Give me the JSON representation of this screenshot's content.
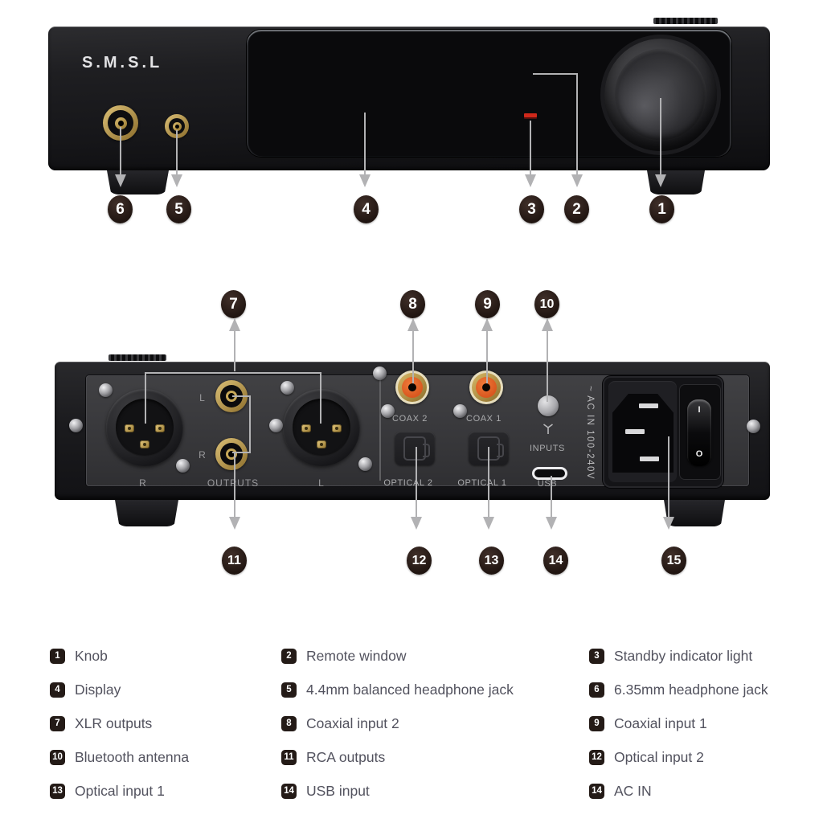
{
  "colors": {
    "coax_orange": "#d9571f",
    "connector_gold": "#c7a858",
    "indicator_red": "#d0281a",
    "badge_background": "#241b17",
    "callout_line_gray": "#b2b2b4",
    "legend_text": "#52525e"
  },
  "front_panel": {
    "logo": "S.M.S.L",
    "callouts": {
      "knob": "1",
      "remote_window": "2",
      "standby_indicator": "3",
      "display": "4",
      "jack_4_4mm": "5",
      "jack_6_35mm": "6"
    }
  },
  "rear_panel": {
    "labels": {
      "rca_left": "L",
      "rca_right": "R",
      "xlr_right": "R",
      "outputs": "OUTPUTS",
      "xlr_left": "L",
      "coax2": "COAX 2",
      "coax1": "COAX 1",
      "inputs": "INPUTS",
      "optical2": "OPTICAL 2",
      "optical1": "OPTICAL 1",
      "usb": "USB",
      "ac_in": "~ AC IN 100-240V",
      "switch_on": "I",
      "switch_off": "O"
    },
    "callouts": {
      "xlr_outputs": "7",
      "coax2": "8",
      "coax1": "9",
      "antenna": "10",
      "rca_outputs": "11",
      "optical2": "12",
      "optical1": "13",
      "usb": "14",
      "ac_in": "15"
    }
  },
  "legend": {
    "col1": [
      {
        "num": "1",
        "label": "Knob"
      },
      {
        "num": "4",
        "label": "Display"
      },
      {
        "num": "7",
        "label": "XLR outputs"
      },
      {
        "num": "10",
        "label": "Bluetooth antenna"
      },
      {
        "num": "13",
        "label": "Optical input 1"
      }
    ],
    "col2": [
      {
        "num": "2",
        "label": "Remote window"
      },
      {
        "num": "5",
        "label": "4.4mm balanced headphone jack"
      },
      {
        "num": "8",
        "label": "Coaxial input 2"
      },
      {
        "num": "11",
        "label": "RCA outputs"
      },
      {
        "num": "14",
        "label": "USB input"
      }
    ],
    "col3": [
      {
        "num": "3",
        "label": "Standby indicator light"
      },
      {
        "num": "6",
        "label": "6.35mm headphone jack"
      },
      {
        "num": "9",
        "label": "Coaxial input 1"
      },
      {
        "num": "12",
        "label": "Optical input 2"
      },
      {
        "num": "14",
        "label": "AC IN"
      }
    ]
  }
}
